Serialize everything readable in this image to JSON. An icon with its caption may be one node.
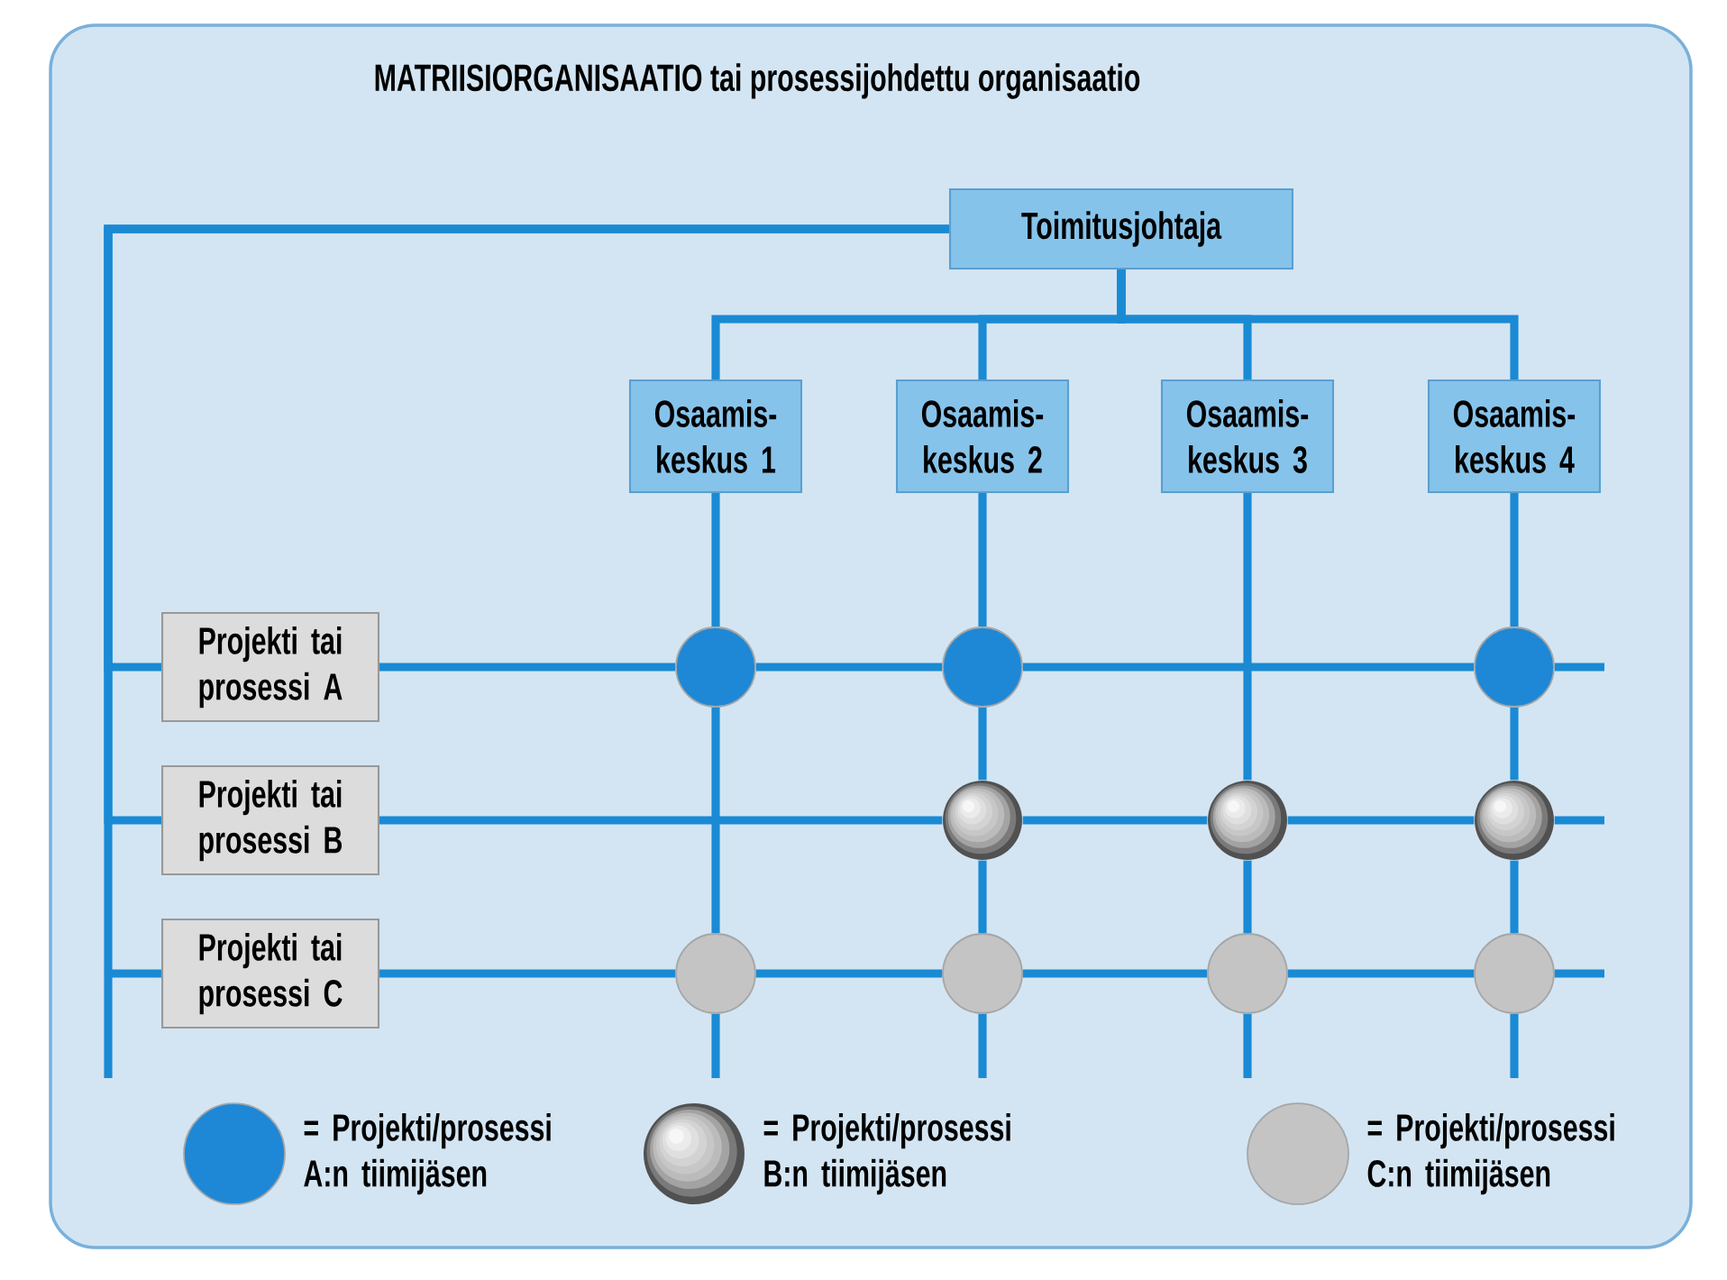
{
  "diagram": {
    "title": "MATRIISIORGANISAATIO tai prosessijohdettu organisaatio",
    "nodes": [
      {
        "text": [
          "Toimitusjohtaja"
        ]
      },
      {
        "text": [
          "Osaamis- keskus 1"
        ]
      },
      {
        "text": [
          "Osaamis- keskus 2"
        ]
      },
      {
        "text": [
          "Osaamis- keskus 3"
        ]
      },
      {
        "text": [
          "Osaamis- keskus 4"
        ]
      },
      {
        "text": [
          "Projekti tai prosessi A"
        ]
      },
      {
        "text": [
          "Projekti tai prosessi B"
        ]
      },
      {
        "text": [
          "Projekti tai prosessi C"
        ]
      },
      {
        "text": [],
        "shape": "circle"
      },
      {
        "text": [],
        "shape": "circle"
      },
      {
        "text": [],
        "shape": "circle"
      },
      {
        "text": [],
        "shape": "circle"
      },
      {
        "text": [],
        "shape": "circle"
      },
      {
        "text": [],
        "shape": "circle"
      },
      {
        "text": [],
        "shape": "circle"
      },
      {
        "text": [],
        "shape": "circle"
      },
      {
        "text": [],
        "shape": "circle"
      },
      {
        "text": [],
        "shape": "circle"
      }
    ],
    "edges": [
      {
        "from": 0,
        "to": 1,
        "arrow": "none"
      },
      {
        "from": 0,
        "to": 2,
        "arrow": "none"
      },
      {
        "from": 0,
        "to": 3,
        "arrow": "none"
      },
      {
        "from": 0,
        "to": 4,
        "arrow": "none"
      },
      {
        "from": 0,
        "to": 5,
        "arrow": "none"
      },
      {
        "from": 0,
        "to": 6,
        "arrow": "none"
      },
      {
        "from": 0,
        "to": 7,
        "arrow": "none"
      },
      {
        "from": 5,
        "to": 8,
        "arrow": "none"
      },
      {
        "from": 8,
        "to": 9,
        "arrow": "none"
      },
      {
        "from": 9,
        "to": 10,
        "arrow": "none"
      },
      {
        "from": 10,
        "to": null,
        "arrow": "none"
      },
      {
        "from": 6,
        "to": 11,
        "arrow": "none"
      },
      {
        "from": 11,
        "to": 12,
        "arrow": "none"
      },
      {
        "from": 12,
        "to": 13,
        "arrow": "none"
      },
      {
        "from": 13,
        "to": null,
        "arrow": "none"
      },
      {
        "from": 7,
        "to": 14,
        "arrow": "none"
      },
      {
        "from": 14,
        "to": 15,
        "arrow": "none"
      },
      {
        "from": 15,
        "to": 16,
        "arrow": "none"
      },
      {
        "from": 16,
        "to": 17,
        "arrow": "none"
      },
      {
        "from": 17,
        "to": null,
        "arrow": "none"
      },
      {
        "from": 1,
        "to": 8,
        "arrow": "none"
      },
      {
        "from": 8,
        "to": 14,
        "arrow": "none"
      },
      {
        "from": 14,
        "to": null,
        "arrow": "none"
      },
      {
        "from": 2,
        "to": 9,
        "arrow": "none"
      },
      {
        "from": 9,
        "to": 11,
        "arrow": "none"
      },
      {
        "from": 11,
        "to": 15,
        "arrow": "none"
      },
      {
        "from": 15,
        "to": null,
        "arrow": "none"
      },
      {
        "from": 3,
        "to": 12,
        "arrow": "none"
      },
      {
        "from": 12,
        "to": 16,
        "arrow": "none"
      },
      {
        "from": 16,
        "to": null,
        "arrow": "none"
      },
      {
        "from": 4,
        "to": 10,
        "arrow": "none"
      },
      {
        "from": 10,
        "to": 13,
        "arrow": "none"
      },
      {
        "from": 13,
        "to": 17,
        "arrow": "none"
      },
      {
        "from": 17,
        "to": null,
        "arrow": "none"
      }
    ],
    "legend": [
      {
        "text": "= Projekti/prosessi A:n tiimijäsen",
        "color": "#1e88d6"
      },
      {
        "text": "= Projekti/prosessi B:n tiimijäsen",
        "color": "#b4b4b4"
      },
      {
        "text": "= Projekti/prosessi C:n tiimijäsen",
        "color": "#c4c4c4"
      }
    ]
  }
}
